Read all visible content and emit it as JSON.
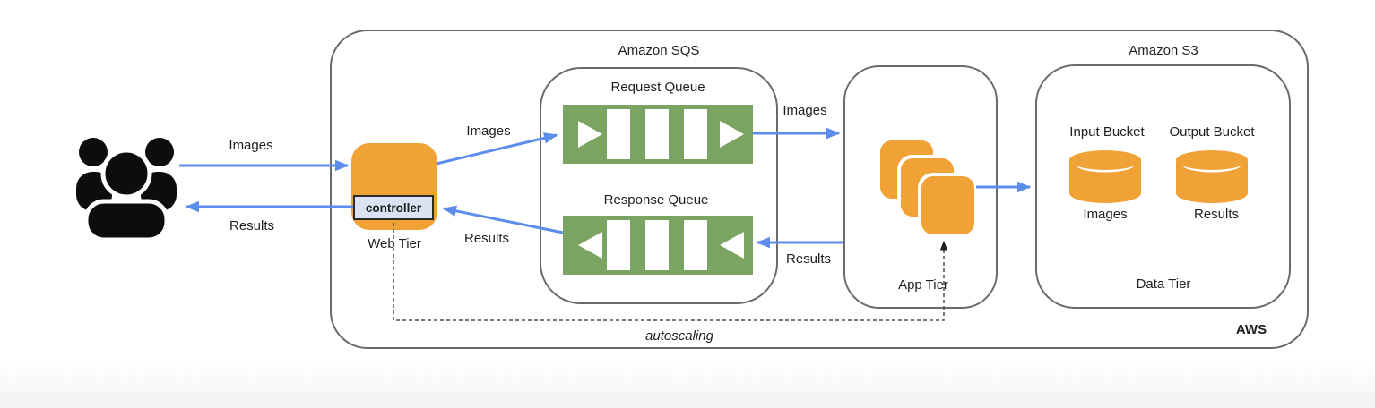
{
  "colors": {
    "orange": "#F0A236",
    "green": "#7BA463",
    "blue": "#5C8CEC",
    "controller_fill": "#D9E3F1",
    "border_gray": "#6a6a6a"
  },
  "aws": {
    "label": "AWS"
  },
  "users_flow": {
    "images": "Images",
    "results": "Results"
  },
  "web_tier": {
    "controller": "controller",
    "label": "Web Tier",
    "to_queue_images": "Images",
    "from_queue_results": "Results"
  },
  "sqs": {
    "title": "Amazon SQS",
    "request_queue": "Request Queue",
    "response_queue": "Response Queue",
    "out_images": "Images",
    "in_results": "Results"
  },
  "app_tier": {
    "label": "App Tier"
  },
  "s3": {
    "title": "Amazon S3",
    "input_bucket": "Input Bucket",
    "output_bucket": "Output Bucket",
    "input_content": "Images",
    "output_content": "Results",
    "tier_label": "Data Tier"
  },
  "autoscaling": {
    "label": "autoscaling"
  }
}
